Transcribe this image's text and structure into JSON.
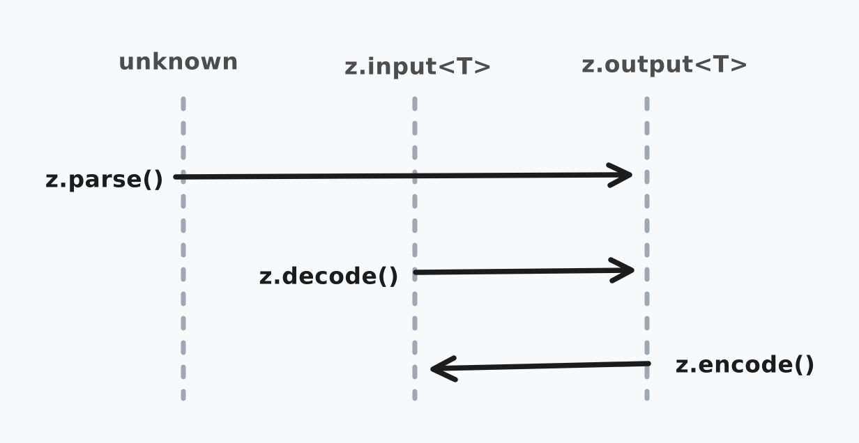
{
  "diagram": {
    "type": "sequence",
    "colors": {
      "background": "#f8f9fa",
      "lifeline": "#a0a7b1",
      "lifeline_label": "#4d4d4d",
      "message": "#1c1c1c"
    },
    "lifelines": [
      {
        "label": "unknown"
      },
      {
        "label": "z.input<T>"
      },
      {
        "label": "z.output<T>"
      }
    ],
    "messages": [
      {
        "label": "z.parse()",
        "from": "unknown",
        "to": "z.output<T>",
        "direction": "right"
      },
      {
        "label": "z.decode()",
        "from": "z.input<T>",
        "to": "z.output<T>",
        "direction": "right"
      },
      {
        "label": "z.encode()",
        "from": "z.output<T>",
        "to": "z.input<T>",
        "direction": "left"
      }
    ]
  }
}
